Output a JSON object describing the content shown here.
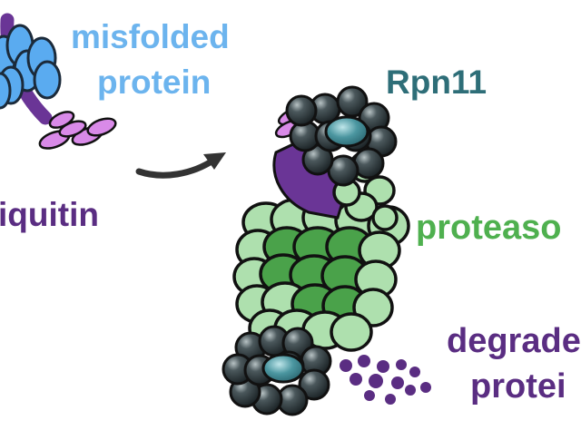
{
  "labels": {
    "misfolded_line1": "misfolded",
    "misfolded_line2": "protein",
    "ubiquitin": "iquitin",
    "rpn11": "Rpn11",
    "proteasome": "proteaso",
    "degraded_line1": "degrade",
    "degraded_line2": "protei"
  },
  "colors": {
    "misfolded_text": "#6cb4ee",
    "misfolded_fill": "#5aabf0",
    "ubiquitin_fill": "#d98ae8",
    "chain_purple": "#6a3596",
    "rpn11_text": "#2e6e78",
    "rpn11_fill": "#3f8d98",
    "dark_sphere": "#2a3538",
    "proteasome_text": "#4fb04f",
    "proteasome_light": "#aee0ae",
    "proteasome_dark": "#4aa24a",
    "degraded_text": "#5a2d82",
    "peptide_fill": "#5a2d82",
    "arrow": "#333333"
  }
}
